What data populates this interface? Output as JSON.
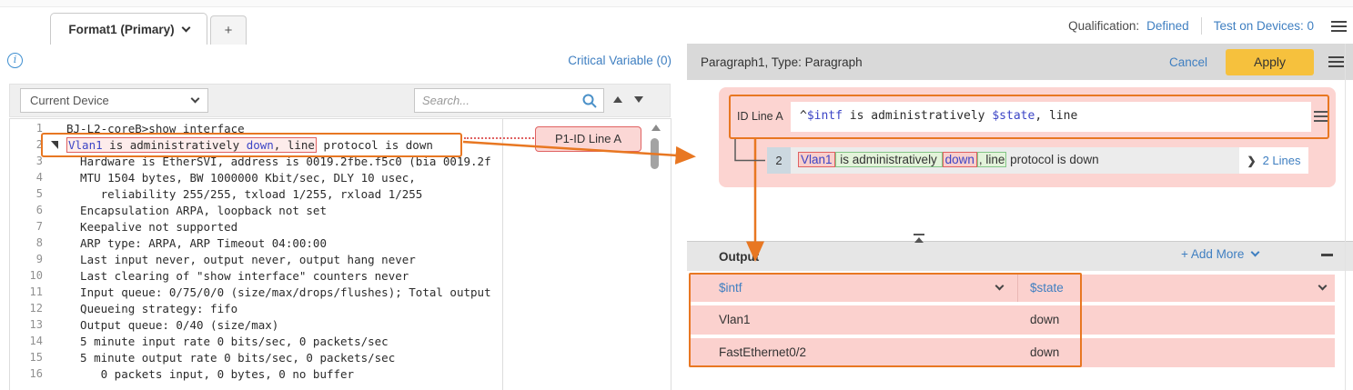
{
  "colors": {
    "accent_orange": "#E87722",
    "annotation_pink": "#FCD4D1",
    "match_red_border": "#DF6161",
    "match_green_bg": "#E3F3DA",
    "variable_blue": "#3C45C6",
    "link_blue": "#3F7FC1",
    "apply_yellow": "#F6C13D"
  },
  "topbar": {
    "tab": "Format1 (Primary)",
    "new_tab": "+",
    "qualification_label": "Qualification:",
    "qualification_value": "Defined",
    "test_on_devices": "Test on Devices: 0"
  },
  "left_panel": {
    "critical_variable": "Critical Variable (0)",
    "device_selector": "Current Device",
    "search_placeholder": "Search...",
    "annotation_badge": "P1-ID Line A",
    "editor": {
      "lines": [
        {
          "n": "1",
          "text": "BJ-L2-coreB>show interface"
        },
        {
          "n": "2",
          "fold": true,
          "tokens": [
            {
              "c": "hl-pink",
              "tokens": [
                {
                  "t": "Vlan1",
                  "c": "v"
                },
                {
                  "t": " is administratively "
                },
                {
                  "t": "down",
                  "c": "v"
                },
                {
                  "t": ", line"
                }
              ]
            },
            {
              "t": " protocol is down"
            }
          ]
        },
        {
          "n": "3",
          "text": "  Hardware is EtherSVI, address is 0019.2fbe.f5c0 (bia 0019.2f"
        },
        {
          "n": "4",
          "text": "  MTU 1504 bytes, BW 1000000 Kbit/sec, DLY 10 usec,"
        },
        {
          "n": "5",
          "text": "     reliability 255/255, txload 1/255, rxload 1/255"
        },
        {
          "n": "6",
          "text": "  Encapsulation ARPA, loopback not set"
        },
        {
          "n": "7",
          "text": "  Keepalive not supported"
        },
        {
          "n": "8",
          "text": "  ARP type: ARPA, ARP Timeout 04:00:00"
        },
        {
          "n": "9",
          "text": "  Last input never, output never, output hang never"
        },
        {
          "n": "10",
          "text": "  Last clearing of \"show interface\" counters never"
        },
        {
          "n": "11",
          "text": "  Input queue: 0/75/0/0 (size/max/drops/flushes); Total output"
        },
        {
          "n": "12",
          "text": "  Queueing strategy: fifo"
        },
        {
          "n": "13",
          "text": "  Output queue: 0/40 (size/max)"
        },
        {
          "n": "14",
          "text": "  5 minute input rate 0 bits/sec, 0 packets/sec"
        },
        {
          "n": "15",
          "text": "  5 minute output rate 0 bits/sec, 0 packets/sec"
        },
        {
          "n": "16",
          "text": "     0 packets input, 0 bytes, 0 no buffer"
        }
      ]
    }
  },
  "right_panel": {
    "title": "Paragraph1, Type: Paragraph",
    "cancel": "Cancel",
    "apply": "Apply",
    "id_line": {
      "label": "ID Line A",
      "pattern": {
        "t1": "^",
        "t2": "$intf",
        "t3": " is administratively ",
        "t4": "$state",
        "t5": ", line"
      }
    },
    "sample": {
      "number": "2",
      "t1": "Vlan1",
      "t2": " is administratively ",
      "t3": "down",
      "t4": ", line",
      "t5": " protocol is down",
      "expand_chevron": "❯",
      "expand": "2 Lines"
    },
    "output": {
      "header": "Output",
      "add_more": "+ Add More",
      "columns": [
        "$intf",
        "$state"
      ],
      "rows": [
        [
          "Vlan1",
          "down"
        ],
        [
          "FastEthernet0/2",
          "down"
        ]
      ]
    }
  }
}
